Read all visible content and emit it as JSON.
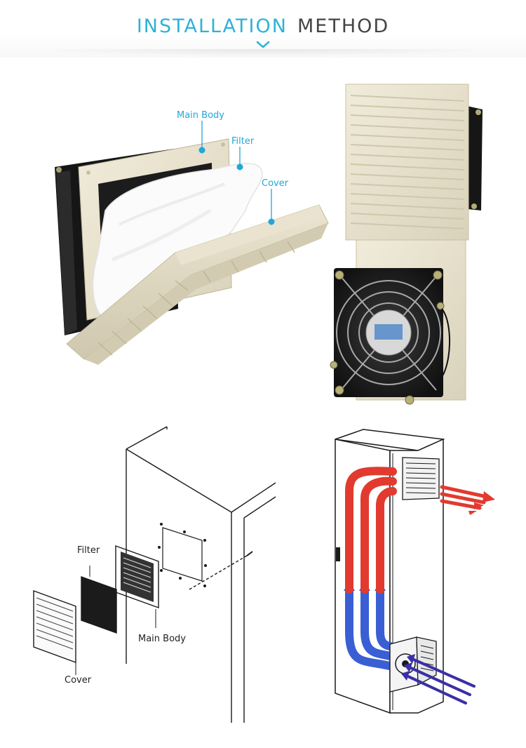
{
  "header": {
    "title_accent": "INSTALLATION",
    "title_rest": "METHOD",
    "accent_color": "#2eb2d8",
    "icon": "chevron-down-icon"
  },
  "photo_exploded": {
    "labels": {
      "main_body": "Main Body",
      "filter": "Filter",
      "cover": "Cover"
    },
    "callout_color": "#1fa8d8"
  },
  "drawing_exploded": {
    "labels": {
      "filter": "Filter",
      "main_body": "Main Body",
      "cover": "Cover"
    }
  },
  "airflow": {
    "hot_air_color": "#e23a2e",
    "cool_air_color": "#3a5fd4",
    "intake_color": "#3b2fa6"
  }
}
